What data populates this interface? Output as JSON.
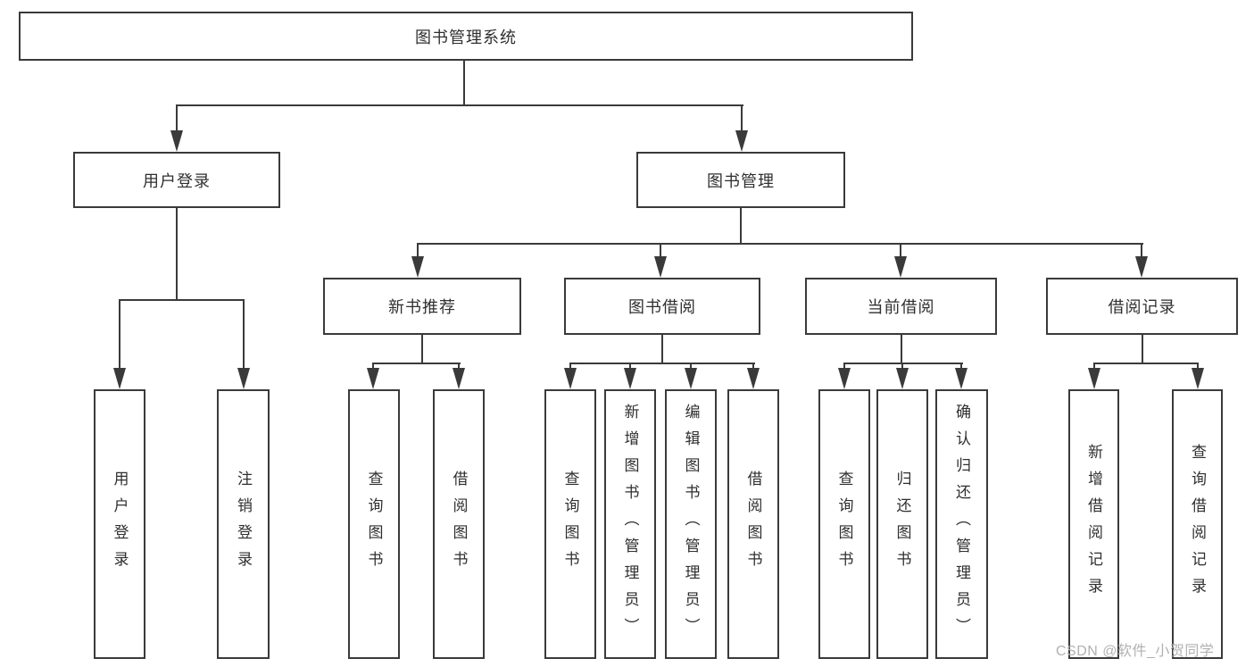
{
  "diagram": {
    "title": "图书管理系统",
    "tree": {
      "label": "图书管理系统",
      "children": [
        {
          "label": "用户登录",
          "children": [
            {
              "label": "用户登录"
            },
            {
              "label": "注销登录"
            }
          ]
        },
        {
          "label": "图书管理",
          "children": [
            {
              "label": "新书推荐",
              "children": [
                {
                  "label": "查询图书"
                },
                {
                  "label": "借阅图书"
                }
              ]
            },
            {
              "label": "图书借阅",
              "children": [
                {
                  "label": "查询图书"
                },
                {
                  "label": "新增图书（管理员）"
                },
                {
                  "label": "编辑图书（管理员）"
                },
                {
                  "label": "借阅图书"
                }
              ]
            },
            {
              "label": "当前借阅",
              "children": [
                {
                  "label": "查询图书"
                },
                {
                  "label": "归还图书"
                },
                {
                  "label": "确认归还（管理员）"
                }
              ]
            },
            {
              "label": "借阅记录",
              "children": [
                {
                  "label": "新增借阅记录"
                },
                {
                  "label": "查询借阅记录"
                }
              ]
            }
          ]
        }
      ]
    },
    "watermark": {
      "text": "CSDN @软件_小贺同学"
    },
    "colors": {
      "line": "#3a3a3a",
      "text": "#2f2f2f",
      "watermark": "#b1b1b1",
      "background": "#ffffff"
    }
  }
}
